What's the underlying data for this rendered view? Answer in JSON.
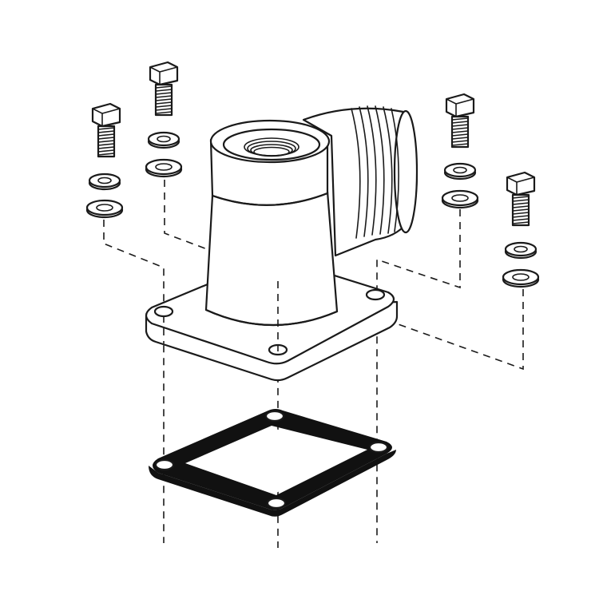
{
  "figure": {
    "type": "exploded-assembly-diagram",
    "parts": [
      "flange-elbow-fitting",
      "gasket",
      "hex-bolt",
      "lock-washer",
      "flat-washer"
    ],
    "bolt_count": 4,
    "background_color": "#ffffff",
    "line_color": "#1a1a1a",
    "gasket_color": "#111111"
  }
}
